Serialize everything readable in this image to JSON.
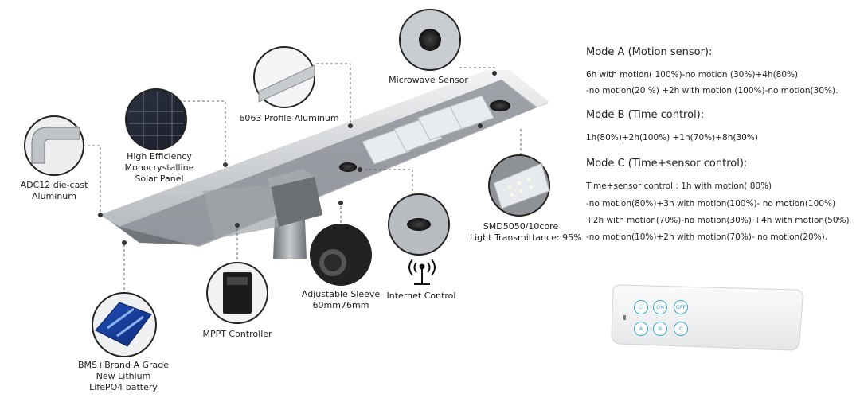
{
  "callouts": {
    "adc12": [
      "ADC12 die-cast",
      "Aluminum"
    ],
    "solar_panel": [
      "High Efficiency",
      "Monocrystalline",
      "Solar Panel"
    ],
    "profile_aluminum": [
      "6063 Profile Aluminum"
    ],
    "microwave_sensor": [
      "Microwave Sensor"
    ],
    "smd": [
      "SMD5050/10core",
      "Light Transmittance: 95%"
    ],
    "internet_control": [
      "Internet Control"
    ],
    "sleeve": [
      "Adjustable Sleeve",
      "60mm76mm"
    ],
    "mppt": [
      "MPPT Controller"
    ],
    "battery": [
      "BMS+Brand A Grade",
      "New Lithium",
      "LifePO4 battery"
    ]
  },
  "modes": [
    {
      "title": "Mode A (Motion sensor):",
      "lines": [
        "6h with motion( 100%)-no motion (30%)+4h(80%)",
        "-no motion(20 %) +2h with motion (100%)-no motion(30%)."
      ]
    },
    {
      "title": "Mode B (Time control):",
      "lines": [
        "1h(80%)+2h(100%) +1h(70%)+8h(30%)"
      ]
    },
    {
      "title": "Mode C (Time+sensor control):",
      "lines": [
        "Time+sensor control : 1h with motion( 80%)",
        "-no motion(80%)+3h with motion(100%)- no motion(100%)",
        "+2h with motion(70%)-no motion(30%) +4h with motion(50%)",
        "-no motion(10%)+2h with motion(70%)- no motion(20%)."
      ]
    }
  ],
  "remote": {
    "buttons": [
      "⏻",
      "ON",
      "OFF",
      "A",
      "B",
      "C"
    ],
    "accent": "#3aa7c9"
  },
  "colors": {
    "body": "#8d9196",
    "rim": "#d6d9dc",
    "dash": "#666666"
  }
}
